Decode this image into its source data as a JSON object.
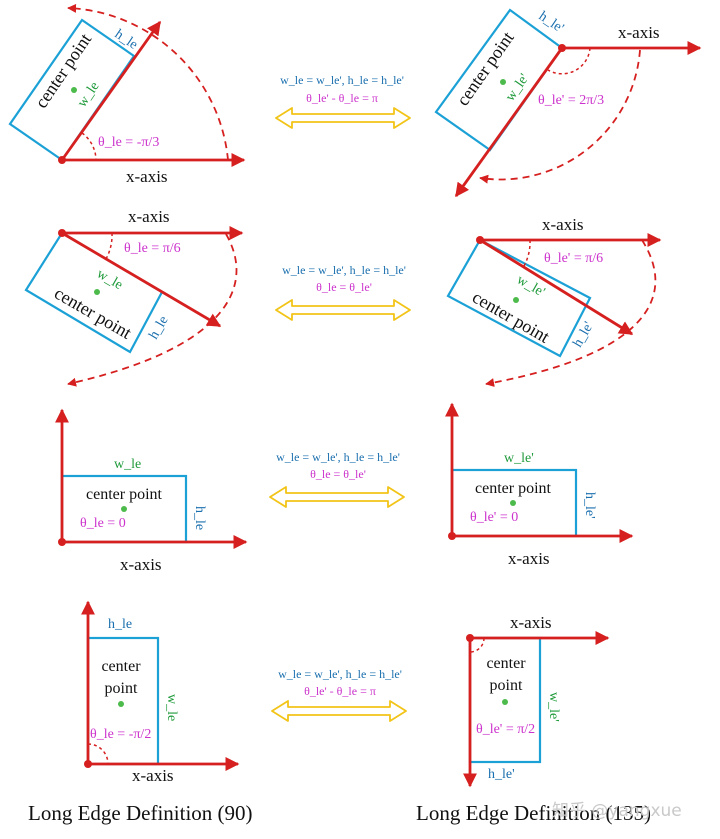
{
  "labels": {
    "center_point": "center point",
    "center": "center",
    "point": "point",
    "x_axis": "x-axis"
  },
  "rows": [
    {
      "relation": {
        "line1": "w_le = w_le', h_le = h_le'",
        "line2": "θ_le' - θ_le = π"
      },
      "left": {
        "w": "w_le",
        "h": "h_le",
        "theta": "θ_le = -π/3"
      },
      "right": {
        "w": "w_le'",
        "h": "h_le'",
        "theta": "θ_le' = 2π/3"
      }
    },
    {
      "relation": {
        "line1": "w_le = w_le', h_le = h_le'",
        "line2": "θ_le = θ_le'"
      },
      "left": {
        "w": "w_le",
        "h": "h_le",
        "theta": "θ_le = π/6"
      },
      "right": {
        "w": "w_le'",
        "h": "h_le'",
        "theta": "θ_le' = π/6"
      }
    },
    {
      "relation": {
        "line1": "w_le = w_le', h_le = h_le'",
        "line2": "θ_le = θ_le'"
      },
      "left": {
        "w": "w_le",
        "h": "h_le",
        "theta": "θ_le = 0"
      },
      "right": {
        "w": "w_le'",
        "h": "h_le'",
        "theta": "θ_le' = 0"
      }
    },
    {
      "relation": {
        "line1": "w_le = w_le', h_le = h_le'",
        "line2": "θ_le' - θ_le = π"
      },
      "left": {
        "w": "w_le",
        "h": "h_le",
        "theta": "θ_le = -π/2"
      },
      "right": {
        "w": "w_le'",
        "h": "h_le'",
        "theta": "θ_le' = π/2"
      }
    }
  ],
  "captions": {
    "left": "Long Edge Definition (90)",
    "right": "Long Edge Definition (135)"
  },
  "watermark": "知乎 @yangxue",
  "colors": {
    "axis": "#d62020",
    "box": "#1ba1d6",
    "height_label": "#1a6fae",
    "width_label": "#1f9a3a",
    "theta_label": "#cc33cc",
    "double_arrow": "#f2c418",
    "center_dot": "#4cbb4c"
  }
}
